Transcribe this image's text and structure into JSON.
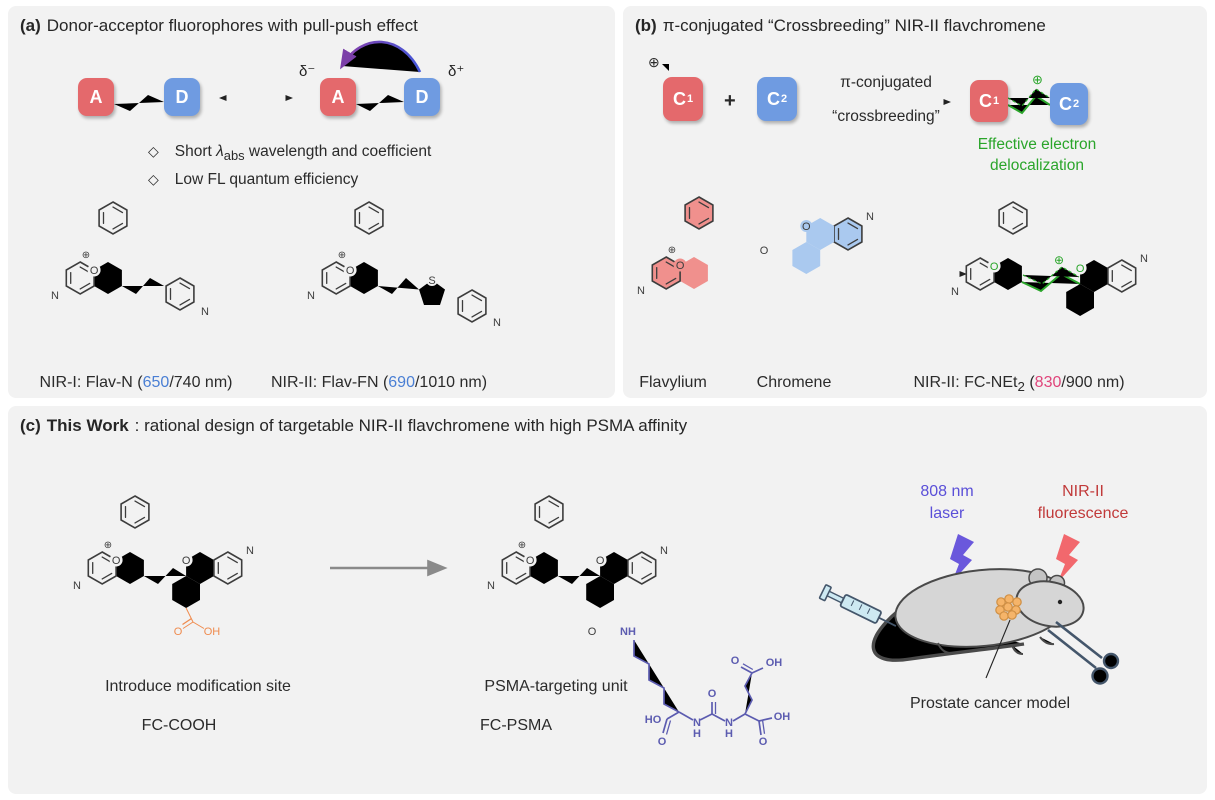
{
  "atoms": {
    "O": "O",
    "N": "N",
    "S": "S",
    "NH": "NH",
    "OH": "OH",
    "HO": "HO",
    "H": "H",
    "oplus": "⊕"
  },
  "panel_a": {
    "tag": "(a)",
    "title": "Donor-acceptor fluorophores with pull-push effect",
    "acceptor": "A",
    "donor": "D",
    "delta_minus": "δ⁻",
    "delta_plus": "δ⁺",
    "bullet_diamond": "◇",
    "bullet1_pre": "Short ",
    "bullet1_lambda": "λ",
    "bullet1_sub": "abs",
    "bullet1_post": " wavelength and coefficient",
    "bullet2": "Low FL quantum efficiency",
    "cap1_pre": "NIR-I: Flav-N (",
    "cap1_num": "650",
    "cap1_post": "/740 nm)",
    "cap2_pre": "NIR-II: Flav-FN (",
    "cap2_num": "690",
    "cap2_post": "/1010 nm)"
  },
  "panel_b": {
    "tag": "(b)",
    "title": "π-conjugated “Crossbreeding” NIR-II flavchromene",
    "c_label": "C",
    "c1_sub": "1",
    "c2_sub": "2",
    "plus": "+",
    "arrow_top": "π-conjugated",
    "arrow_bottom": "“crossbreeding”",
    "effect1": "Effective electron",
    "effect2": "delocalization",
    "cap_flavylium": "Flavylium",
    "cap_chromene": "Chromene",
    "cap3_pre": "NIR-II: FC-NEt",
    "cap3_sub": "2",
    "cap3_mid": " (",
    "cap3_num": "830",
    "cap3_post": "/900 nm)"
  },
  "panel_c": {
    "tag": "(c)",
    "title_bold": "This Work",
    "title_rest": ": rational design of targetable NIR-II flavchromene with high PSMA affinity",
    "mod_site": "Introduce modification site",
    "fc_cooh": "FC-COOH",
    "psma_unit": "PSMA-targeting unit",
    "fc_psma": "FC-PSMA",
    "laser1": "808 nm",
    "laser2": "laser",
    "fl1": "NIR-II",
    "fl2": "fluorescence",
    "model": "Prostate cancer model"
  },
  "colors": {
    "red_box": "#e4696c",
    "blue_box": "#6f9be1",
    "green": "#2aa52a",
    "blue_num": "#4a7fd4",
    "pink_num": "#e0457b",
    "orange": "#ef8b4e",
    "psma_blue": "#5c5cb0",
    "laser_purple": "#5a4fd8",
    "fluor_red": "#c13a3a",
    "panel_bg": "#f2f2f2"
  }
}
